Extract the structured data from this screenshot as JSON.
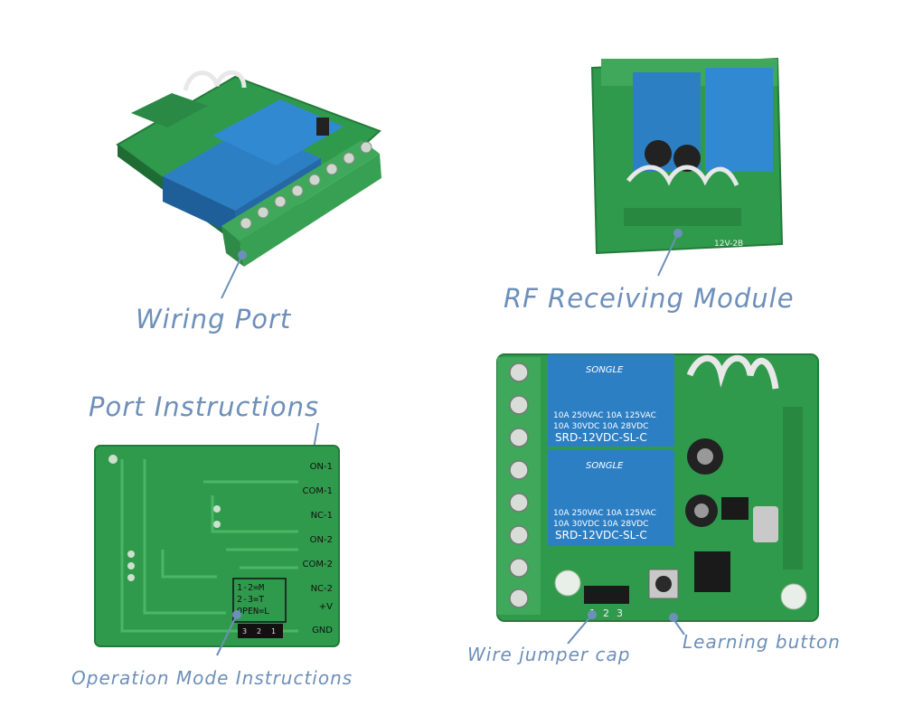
{
  "labels": {
    "wiring_port": "Wiring Port",
    "rf_module": "RF Receiving Module",
    "port_instructions": "Port Instructions",
    "operation_mode": "Operation Mode Instructions",
    "wire_jumper": "Wire jumper cap",
    "learning_button": "Learning button"
  },
  "relay": {
    "brand": "SONGLE",
    "rating1": "10A 250VAC  10A 125VAC",
    "rating2": "10A  30VDC  10A  28VDC",
    "model": "SRD-12VDC-SL-C"
  },
  "board_text": {
    "model_code": "12V-2B",
    "jumper_pins": [
      "1",
      "2",
      "3"
    ],
    "mode_block": [
      "1-2=M",
      "2-3=T",
      "OPEN=L"
    ],
    "mode_pins": [
      "3",
      "2",
      "1"
    ],
    "ports": [
      "ON-1",
      "COM-1",
      "NC-1",
      "ON-2",
      "COM-2",
      "NC-2",
      "+V",
      "GND"
    ]
  },
  "colors": {
    "label_blue": "#6d8fb9",
    "pcb_green": "#2f9a4c",
    "relay_blue": "#2d7fc4",
    "terminal_green": "#3fa85a"
  }
}
